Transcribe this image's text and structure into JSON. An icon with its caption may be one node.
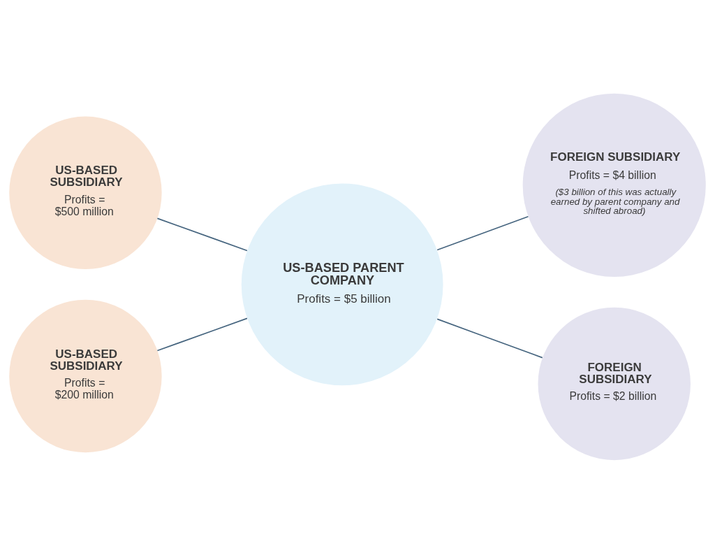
{
  "diagram": {
    "nodes": [
      {
        "text": [
          "US-BASED SUBSIDIARY",
          "Profits = $500 million"
        ]
      },
      {
        "text": [
          "US-BASED SUBSIDIARY",
          "Profits = $200 million"
        ]
      },
      {
        "text": [
          "US-BASED PARENT COMPANY",
          "Profits = $5 billion"
        ]
      },
      {
        "text": [
          "FOREIGN SUBSIDIARY",
          "Profits = $4 billion",
          "($3 billion of this was actually earned by parent company and shifted abroad)"
        ]
      },
      {
        "text": [
          "FOREIGN SUBSIDIARY",
          "Profits = $2 billion"
        ]
      }
    ],
    "edges": [
      {
        "from": 0,
        "to": 2,
        "arrow": "none"
      },
      {
        "from": 1,
        "to": 2,
        "arrow": "none"
      },
      {
        "from": 2,
        "to": 3,
        "arrow": "none"
      },
      {
        "from": 2,
        "to": 4,
        "arrow": "none"
      }
    ]
  }
}
